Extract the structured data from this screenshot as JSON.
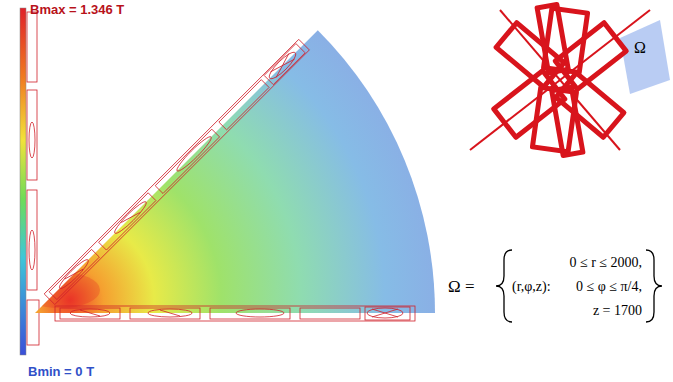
{
  "diagram": {
    "labels": [
      "Bmax = 1.346 T",
      "Bmin = 0 T",
      "Ω",
      "Ω =",
      "(r,φ,z):",
      "0 ≤ r ≤ 2000,",
      "0 ≤ φ ≤ π/4,",
      "z = 1700"
    ]
  }
}
